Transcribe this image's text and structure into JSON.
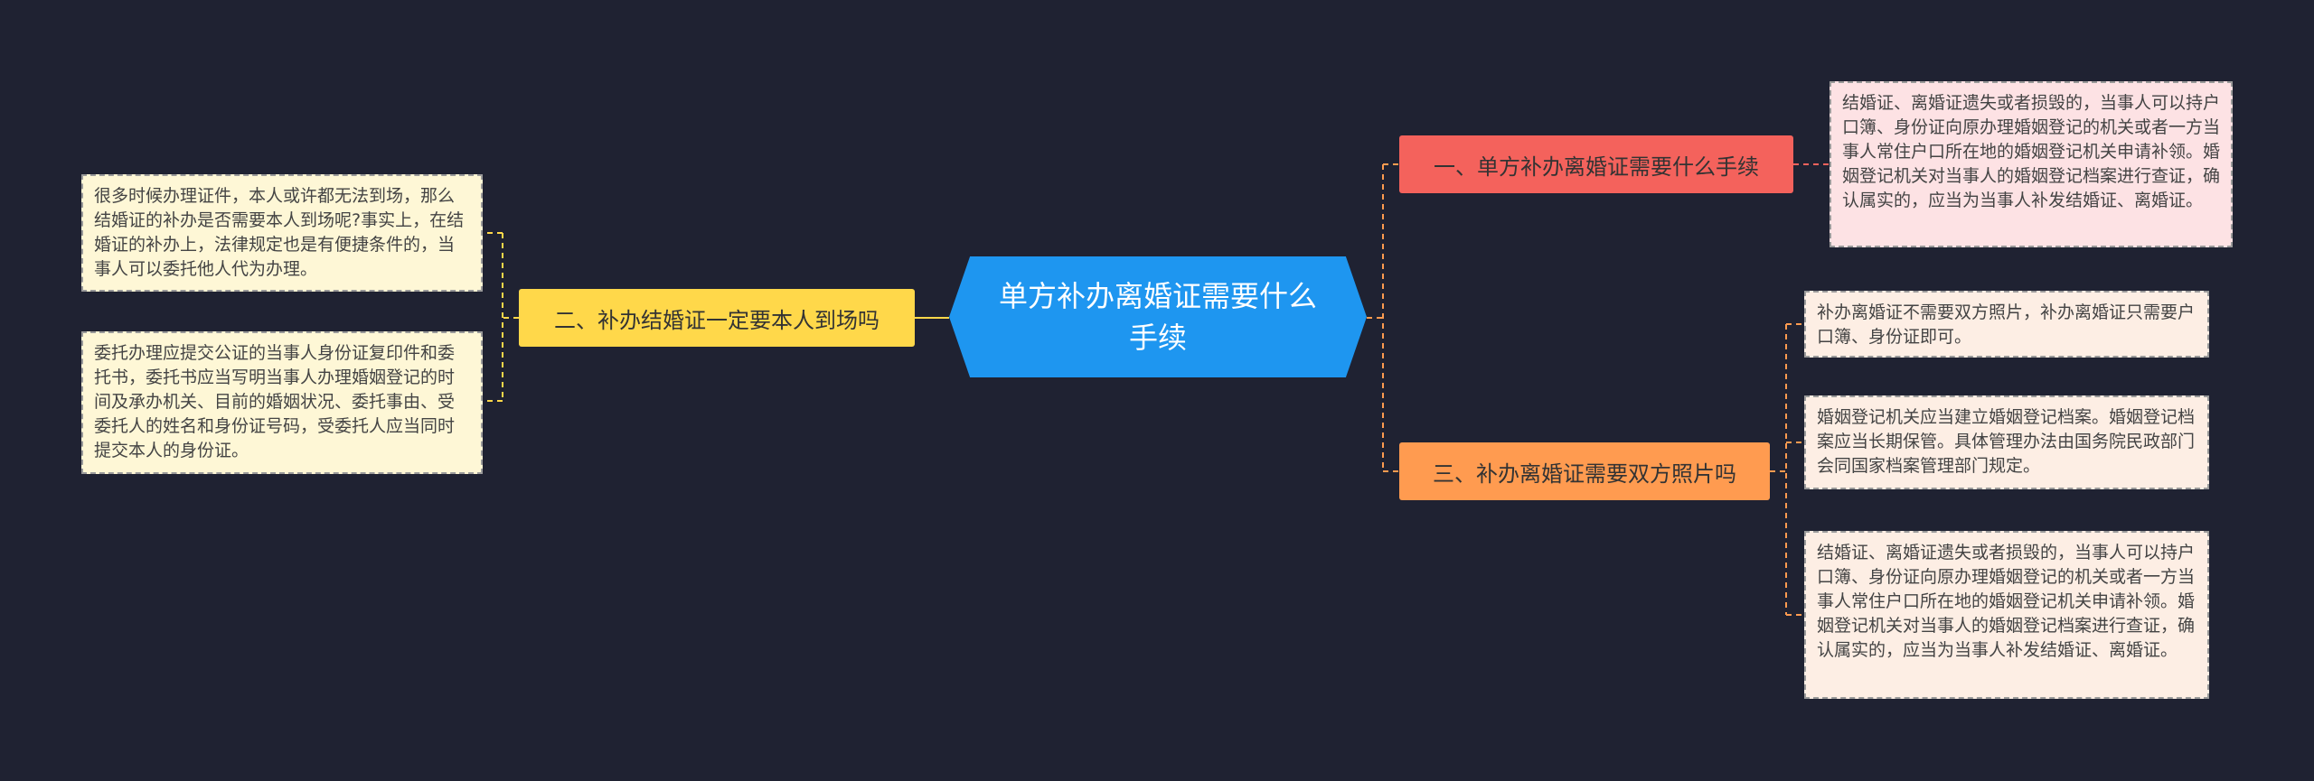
{
  "colors": {
    "background": "#1f2232",
    "root": "#1e96f0",
    "branch1": "#f4625c",
    "branch2": "#ffd84a",
    "branch3": "#ff9b50"
  },
  "root": {
    "text": "单方补办离婚证需要什么手续"
  },
  "branches": [
    {
      "text": "一、单方补办离婚证需要什么手续",
      "leaves": [
        "结婚证、离婚证遗失或者损毁的，当事人可以持户口簿、身份证向原办理婚姻登记的机关或者一方当事人常住户口所在地的婚姻登记机关申请补领。婚姻登记机关对当事人的婚姻登记档案进行查证，确认属实的，应当为当事人补发结婚证、离婚证。"
      ]
    },
    {
      "text": "二、补办结婚证一定要本人到场吗",
      "leaves": [
        "很多时候办理证件，本人或许都无法到场，那么结婚证的补办是否需要本人到场呢?事实上，在结婚证的补办上，法律规定也是有便捷条件的，当事人可以委托他人代为办理。",
        "委托办理应提交公证的当事人身份证复印件和委托书，委托书应当写明当事人办理婚姻登记的时间及承办机关、目前的婚姻状况、委托事由、受委托人的姓名和身份证号码，受委托人应当同时提交本人的身份证。"
      ]
    },
    {
      "text": "三、补办离婚证需要双方照片吗",
      "leaves": [
        "补办离婚证不需要双方照片，补办离婚证只需要户口簿、身份证即可。",
        "婚姻登记机关应当建立婚姻登记档案。婚姻登记档案应当长期保管。具体管理办法由国务院民政部门会同国家档案管理部门规定。",
        "结婚证、离婚证遗失或者损毁的，当事人可以持户口簿、身份证向原办理婚姻登记的机关或者一方当事人常住户口所在地的婚姻登记机关申请补领。婚姻登记机关对当事人的婚姻登记档案进行查证，确认属实的，应当为当事人补发结婚证、离婚证。"
      ]
    }
  ]
}
